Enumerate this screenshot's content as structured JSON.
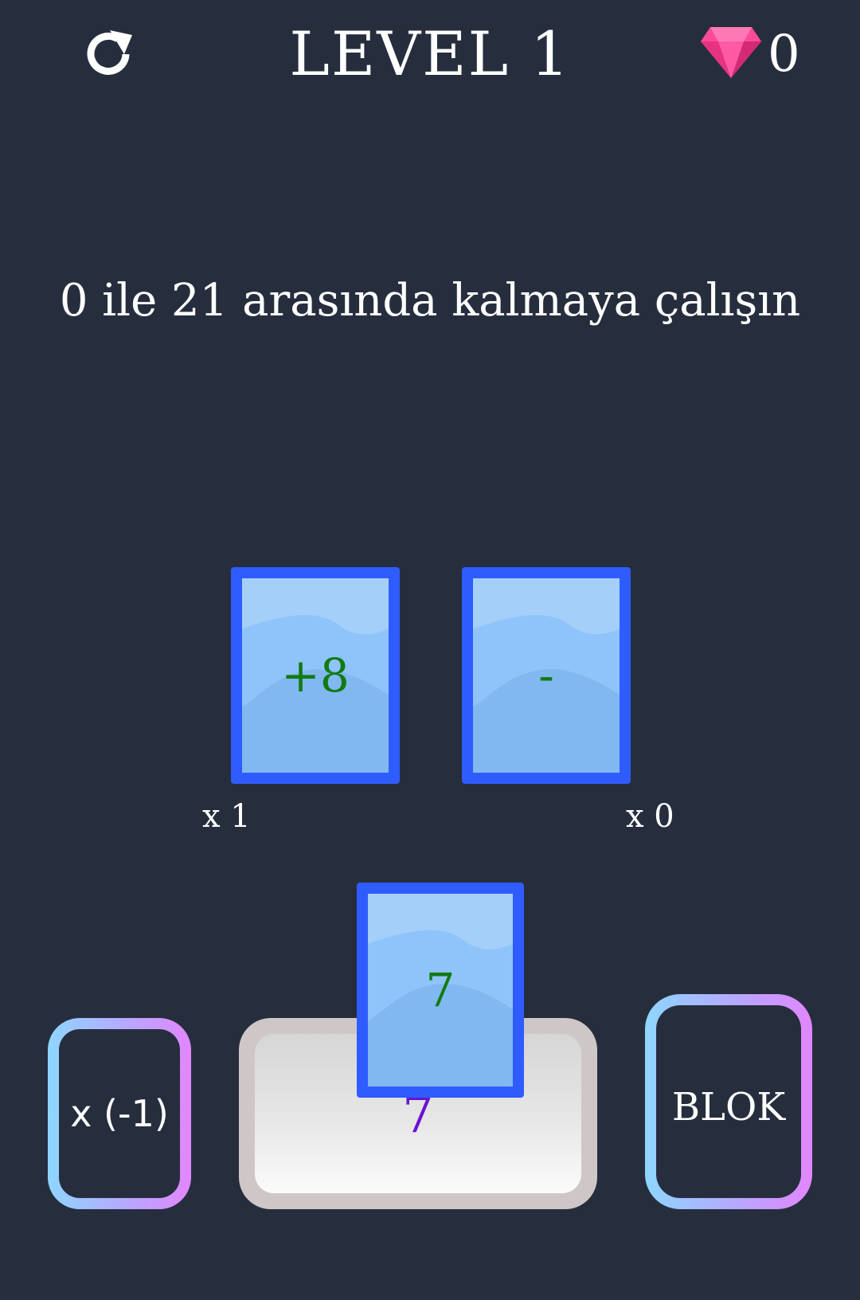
{
  "header": {
    "restart_icon": "restart-icon",
    "level_title": "LEVEL 1",
    "gem_icon": "gem-icon",
    "gem_count": "0"
  },
  "instruction": "0 ile 21 arasında kalmaya çalışın",
  "cards": [
    {
      "value": "+8",
      "multiplier": "x 1"
    },
    {
      "value": "-",
      "multiplier": "x 0"
    }
  ],
  "hand_card": {
    "value": "7"
  },
  "tray": {
    "value": "7"
  },
  "buttons": {
    "negate_label": "x (-1)",
    "block_label": "BLOK"
  },
  "colors": {
    "background": "#262e3e",
    "card_border": "#2f5cff",
    "card_fill": "#86bdf6",
    "card_text": "#127a12",
    "tray_text": "#6a14cf",
    "gem": "#ff3d8e"
  }
}
